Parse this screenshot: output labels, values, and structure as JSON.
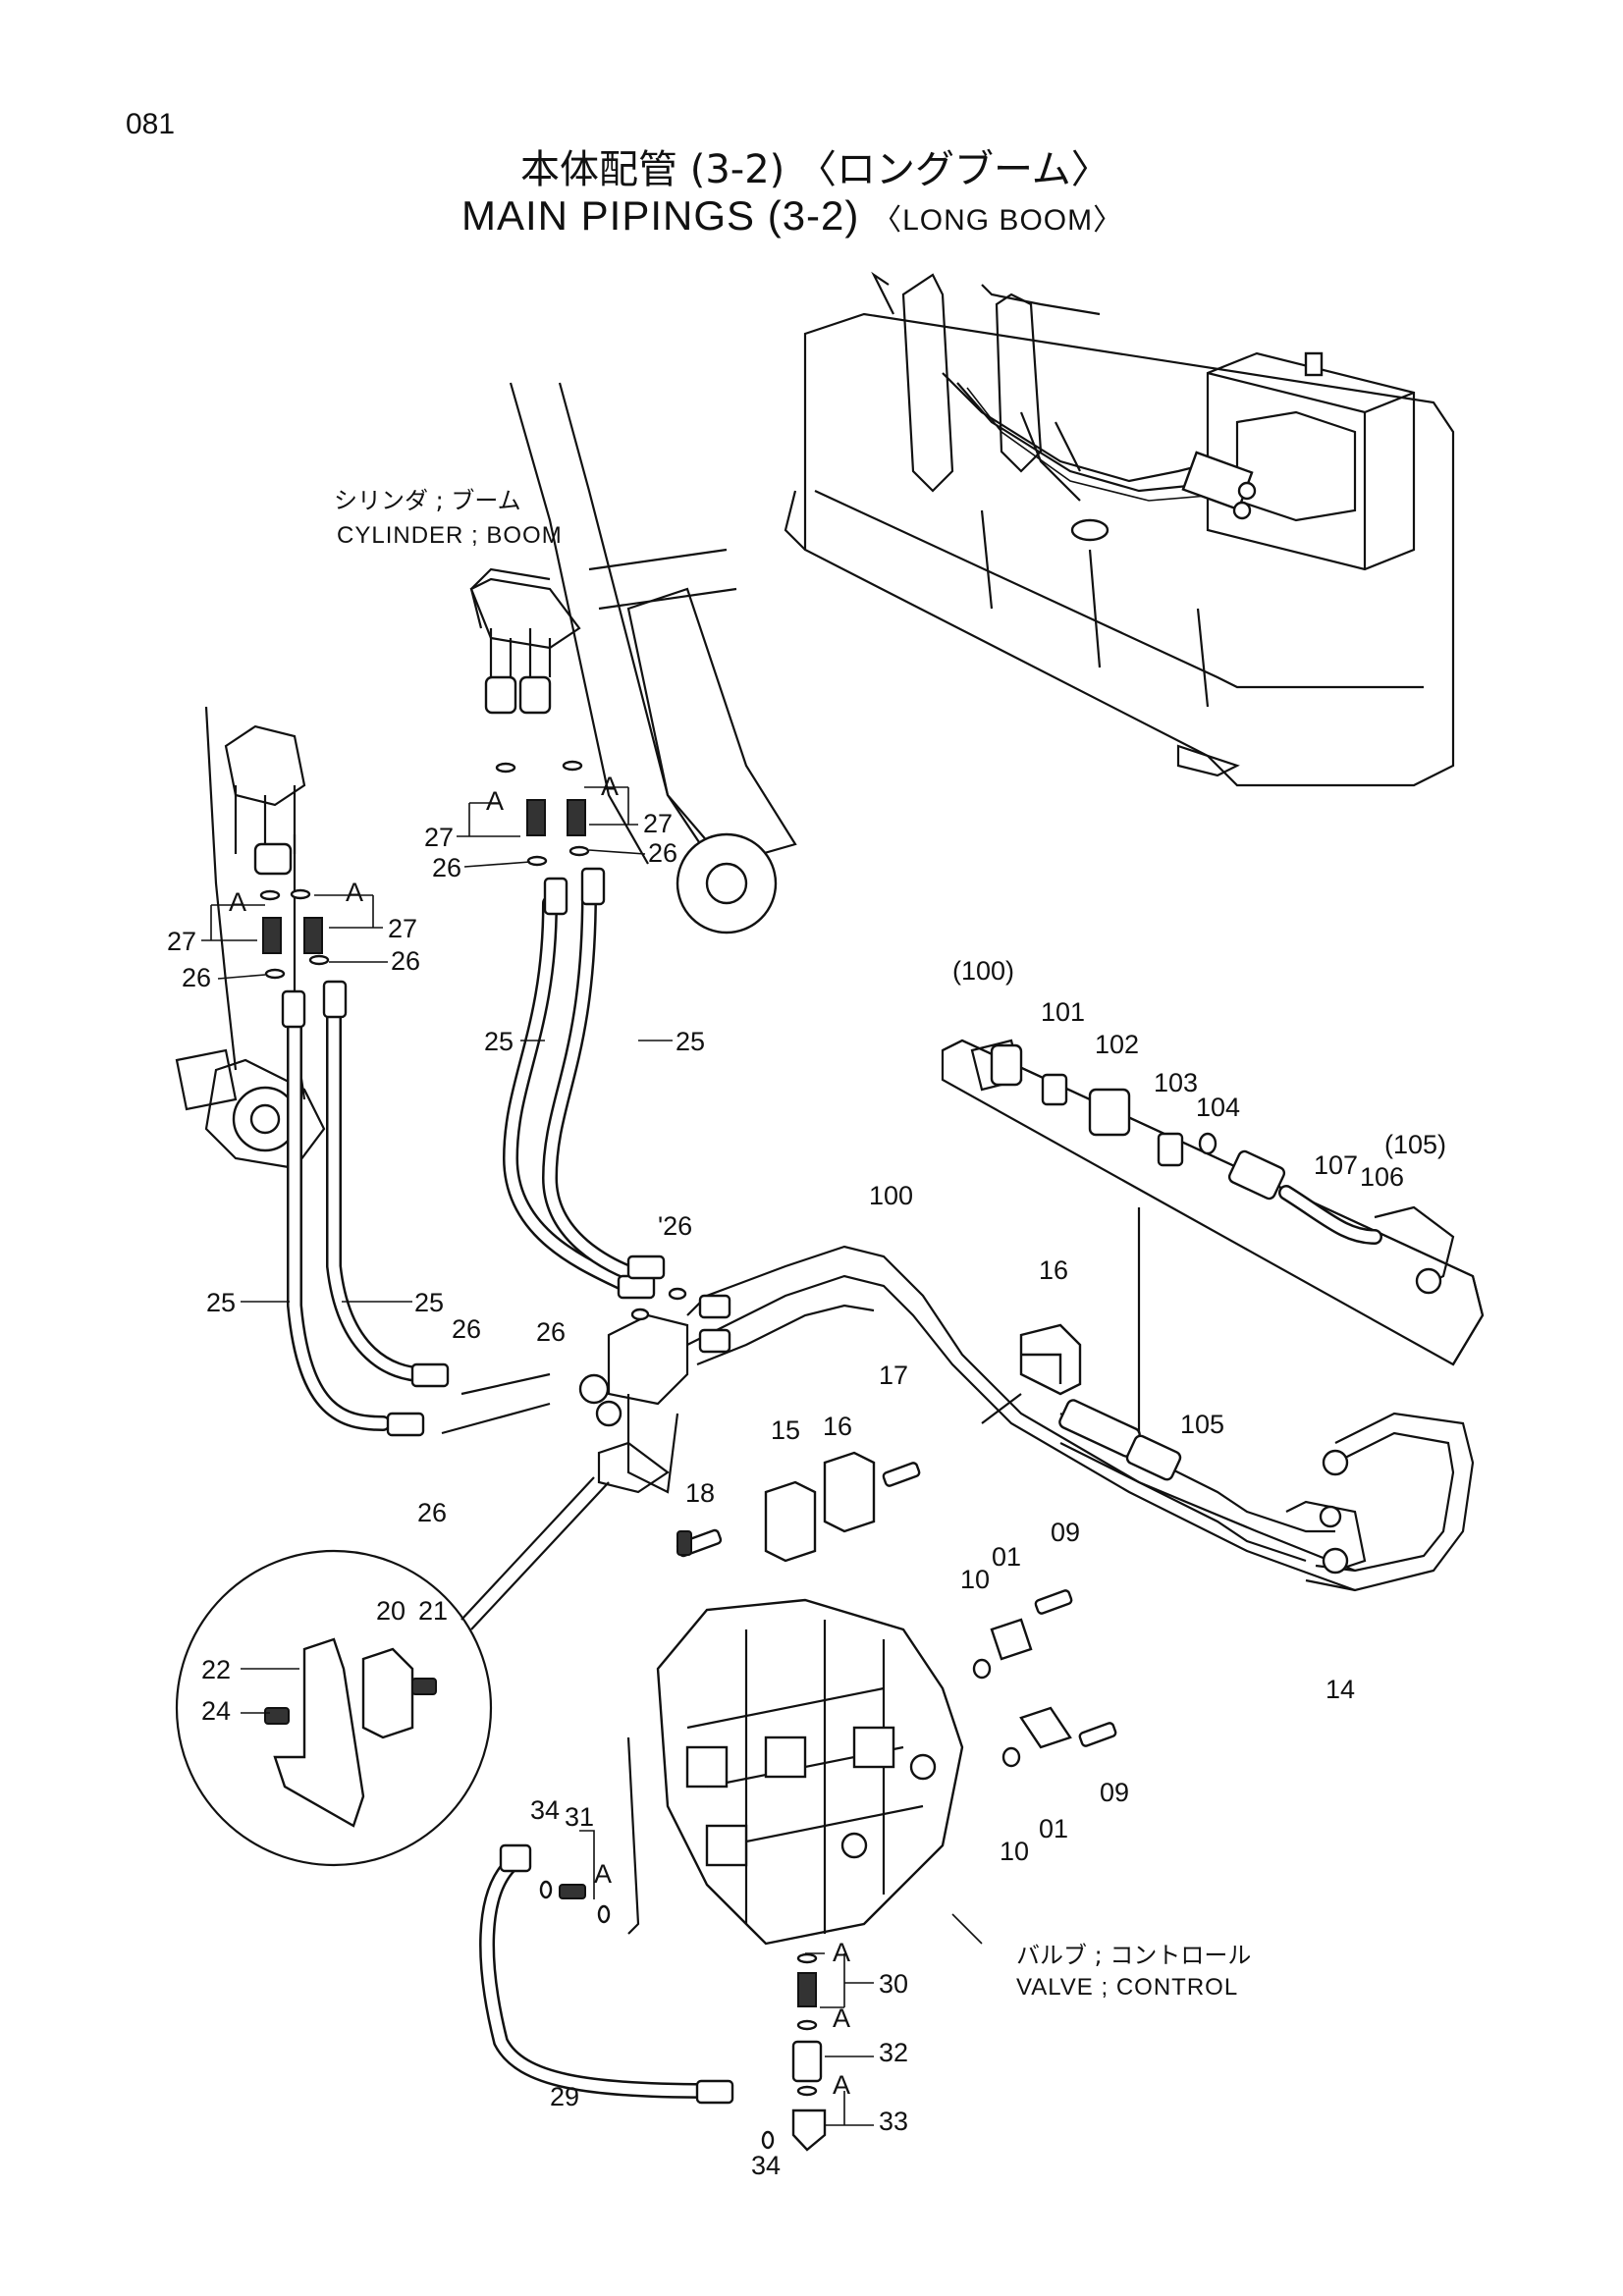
{
  "page_number": "081",
  "title": {
    "ja": "本体配管 (3-2) 〈ロングブーム〉",
    "en_main": "MAIN PIPINGS (3-2)",
    "en_sub": "〈LONG BOOM〉"
  },
  "component_labels": {
    "cylinder_boom_ja": "シリンダ ; ブーム",
    "cylinder_boom_en": "CYLINDER ; BOOM",
    "valve_control_ja": "バルブ ; コントロール",
    "valve_control_en": "VALVE ; CONTROL"
  },
  "part_callouts": [
    {
      "id": "c-27-ll",
      "text": "27"
    },
    {
      "id": "c-27-lr",
      "text": "27"
    },
    {
      "id": "c-26-ll",
      "text": "26"
    },
    {
      "id": "c-26-lr",
      "text": "26"
    },
    {
      "id": "c-A-l1",
      "text": "A"
    },
    {
      "id": "c-A-l2",
      "text": "A"
    },
    {
      "id": "c-27-ml",
      "text": "27"
    },
    {
      "id": "c-27-mr",
      "text": "27"
    },
    {
      "id": "c-26-ml",
      "text": "26"
    },
    {
      "id": "c-26-mr",
      "text": "26"
    },
    {
      "id": "c-A-m1",
      "text": "A"
    },
    {
      "id": "c-A-m2",
      "text": "A"
    },
    {
      "id": "c-25-ml",
      "text": "25"
    },
    {
      "id": "c-25-mr",
      "text": "25"
    },
    {
      "id": "c-25-bl",
      "text": "25"
    },
    {
      "id": "c-25-br",
      "text": "25"
    },
    {
      "id": "c-26-b1",
      "text": "26"
    },
    {
      "id": "c-26-b2",
      "text": "26"
    },
    {
      "id": "c-26-c1",
      "text": "'26"
    },
    {
      "id": "c-26-c2",
      "text": "26"
    },
    {
      "id": "c-100",
      "text": "100"
    },
    {
      "id": "c-100p",
      "text": "(100)"
    },
    {
      "id": "c-101",
      "text": "101"
    },
    {
      "id": "c-102",
      "text": "102"
    },
    {
      "id": "c-103",
      "text": "103"
    },
    {
      "id": "c-104",
      "text": "104"
    },
    {
      "id": "c-105p",
      "text": "(105)"
    },
    {
      "id": "c-106",
      "text": "106"
    },
    {
      "id": "c-107",
      "text": "107"
    },
    {
      "id": "c-16a",
      "text": "16"
    },
    {
      "id": "c-16b",
      "text": "16"
    },
    {
      "id": "c-15",
      "text": "15"
    },
    {
      "id": "c-17",
      "text": "17"
    },
    {
      "id": "c-18",
      "text": "18"
    },
    {
      "id": "c-105",
      "text": "105"
    },
    {
      "id": "c-14",
      "text": "14"
    },
    {
      "id": "c-09a",
      "text": "09"
    },
    {
      "id": "c-09b",
      "text": "09"
    },
    {
      "id": "c-01a",
      "text": "01"
    },
    {
      "id": "c-01b",
      "text": "01"
    },
    {
      "id": "c-10a",
      "text": "10"
    },
    {
      "id": "c-10b",
      "text": "10"
    },
    {
      "id": "c-20",
      "text": "20"
    },
    {
      "id": "c-21",
      "text": "21"
    },
    {
      "id": "c-22",
      "text": "22"
    },
    {
      "id": "c-24",
      "text": "24"
    },
    {
      "id": "c-34a",
      "text": "34"
    },
    {
      "id": "c-31",
      "text": "31"
    },
    {
      "id": "c-A-v1",
      "text": "A"
    },
    {
      "id": "c-A-v2",
      "text": "A"
    },
    {
      "id": "c-30",
      "text": "30"
    },
    {
      "id": "c-A-v3",
      "text": "A"
    },
    {
      "id": "c-32",
      "text": "32"
    },
    {
      "id": "c-A-v4",
      "text": "A"
    },
    {
      "id": "c-33",
      "text": "33"
    },
    {
      "id": "c-29",
      "text": "29"
    },
    {
      "id": "c-34b",
      "text": "34"
    }
  ]
}
